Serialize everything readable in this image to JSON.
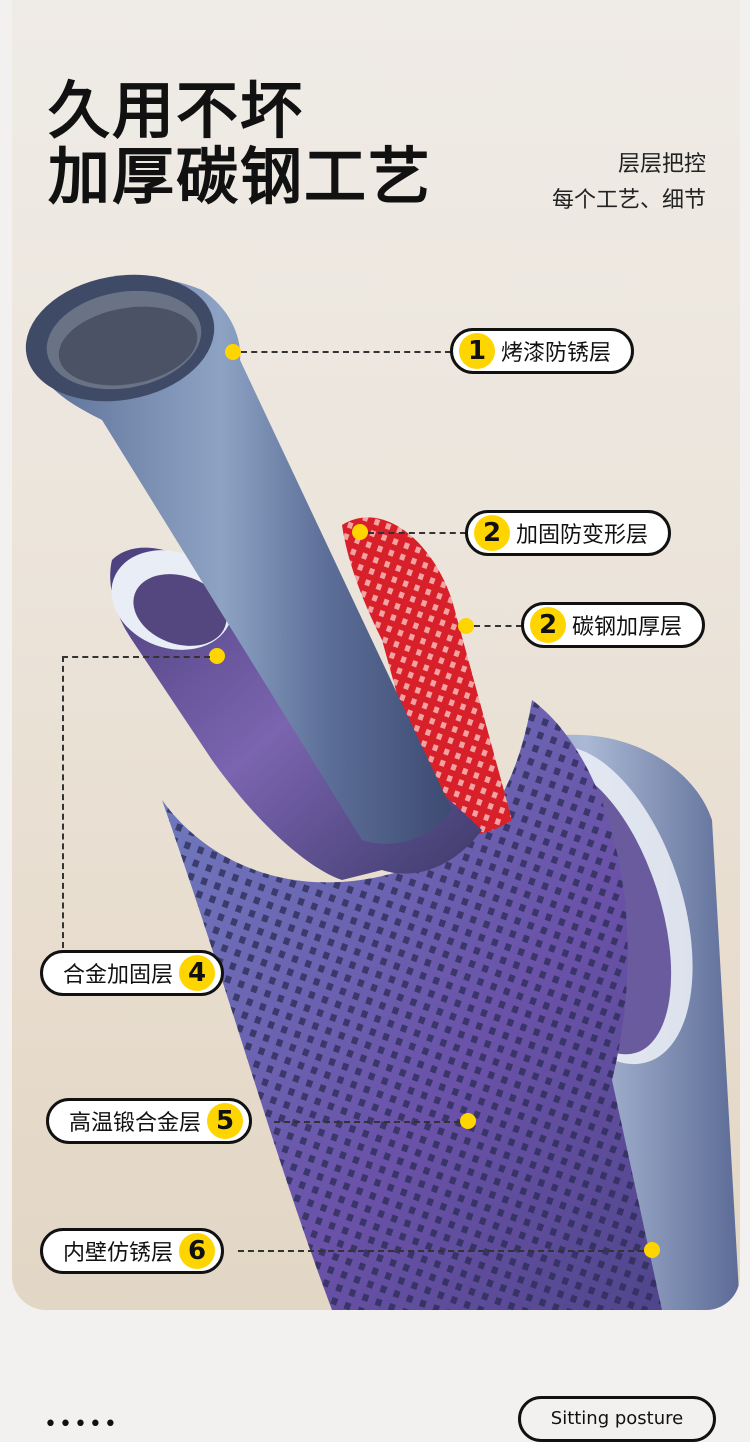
{
  "header": {
    "title_line1": "久用不坏",
    "title_line2": "加厚碳钢工艺",
    "subtitle_line1": "层层把控",
    "subtitle_line2": "每个工艺、细节"
  },
  "layers": [
    {
      "number": "1",
      "label": "烤漆防锈层"
    },
    {
      "number": "2",
      "label": "加固防变形层"
    },
    {
      "number": "2",
      "label": "碳钢加厚层"
    },
    {
      "number": "4",
      "label": "合金加固层"
    },
    {
      "number": "5",
      "label": "高温锻合金层"
    },
    {
      "number": "6",
      "label": "内壁仿锈层"
    }
  ],
  "footer": {
    "pill_text": "Sitting posture",
    "dots_text": "•••••"
  },
  "colors": {
    "accent": "#ffd500",
    "pipe_blue": "#4a5f8a",
    "pipe_purple": "#6a4a9a",
    "mesh_red": "#e0202a"
  }
}
